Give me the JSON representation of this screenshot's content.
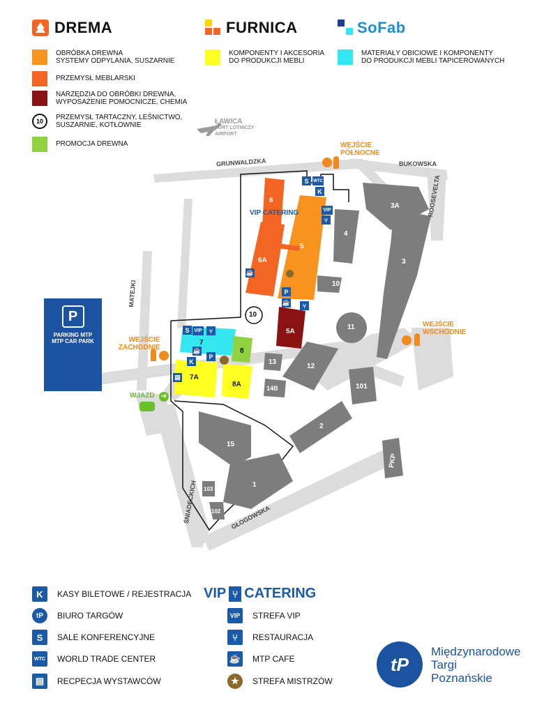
{
  "brands": {
    "drema": "DREMA",
    "furnica": "FURNICA",
    "sofab": "SoFab"
  },
  "legend": [
    {
      "color": "#f7931e",
      "lines": [
        "OBRÓBKA DREWNA",
        "SYSTEMY ODPYLANIA, SUSZARNIE"
      ]
    },
    {
      "color": "#f26522",
      "lines": [
        "PRZEMYSŁ MEBLARSKI"
      ]
    },
    {
      "color": "#8b1212",
      "lines": [
        "NARZĘDZIA DO OBRÓBKI DREWNA,",
        "WYPOSAŻENIE POMOCNICZE, CHEMIA"
      ]
    },
    {
      "badge": "10",
      "lines": [
        "PRZEMYSŁ TARTACZNY, LEŚNICTWO,",
        "SUSZARNIE, KOTŁOWNIE"
      ]
    },
    {
      "color": "#8fd13f",
      "lines": [
        "PROMOCJA DREWNA"
      ]
    }
  ],
  "legend_mid": {
    "color": "#ffff22",
    "lines": [
      "KOMPONENTY I AKCESORIA",
      "DO PRODUKCJI MEBLI"
    ]
  },
  "legend_right": {
    "color": "#33e6f0",
    "lines": [
      "MATERIAŁY OBICIOWE I KOMPONENTY",
      "DO PRODUKCJI MEBLI TAPICEROWANYCH"
    ]
  },
  "streets": {
    "grunwaldzka": "GRUNWALDZKA",
    "bukowska": "BUKOWSKA",
    "roosevelta": "ROOSEVELTA",
    "matejki": "MATEJKI",
    "sniadeckich": "ŚNIADECKICH",
    "glogowska": "GŁOGOWSKA",
    "pkp": "PKP"
  },
  "airport": {
    "name": "ŁAWICA",
    "sub1": "PORT LOTNICZY",
    "sub2": "AIRPORT"
  },
  "entrances": {
    "north": [
      "WEJŚCIE",
      "PÓŁNOCNE"
    ],
    "west": [
      "WEJŚCIE",
      "ZACHODNIE"
    ],
    "east": [
      "WEJŚCIE",
      "WSCHODNIE"
    ],
    "drive": "WJAZD"
  },
  "parking": {
    "line1": "PARKING MTP",
    "line2": "MTP CAR PARK",
    "symbol": "P"
  },
  "vip_catering_map": "VIP CATERING",
  "halls": {
    "h6": "6",
    "h6a": "6A",
    "h5": "5",
    "h5a": "5A",
    "h4": "4",
    "h3": "3",
    "h3a": "3A",
    "h10": "10",
    "h11": "11",
    "h7": "7",
    "h7a": "7A",
    "h8": "8",
    "h8a": "8A",
    "h12": "12",
    "h13": "13",
    "h14b": "14B",
    "h15": "15",
    "h101": "101",
    "h2": "2",
    "h1": "1",
    "h102": "102",
    "h103": "103",
    "circle10": "10"
  },
  "bottom_legend_left": [
    {
      "icon": "K",
      "label": "KASY BILETOWE / REJESTRACJA"
    },
    {
      "icon": "tp",
      "label": "BIURO TARGÓW"
    },
    {
      "icon": "S",
      "label": "SALE KONFERENCYJNE"
    },
    {
      "icon": "WTC",
      "label": "WORLD TRADE CENTER"
    },
    {
      "icon": "doc",
      "label": "RECPECJA WYSTAWCÓW"
    }
  ],
  "bottom_legend_right_title": {
    "vip": "VIP",
    "catering": "CATERING"
  },
  "bottom_legend_right": [
    {
      "icon": "VIP",
      "label": "STREFA VIP"
    },
    {
      "icon": "fork",
      "label": "RESTAURACJA"
    },
    {
      "icon": "cup",
      "label": "MTP CAFE"
    },
    {
      "icon": "medal",
      "label": "STREFA MISTRZÓW"
    }
  ],
  "mtp_logo": {
    "line1": "Międzynarodowe",
    "line2": "Targi",
    "line3": "Poznańskie"
  },
  "colors": {
    "orange": "#f7931e",
    "red_orange": "#f26522",
    "dark_red": "#8b1212",
    "green": "#8fd13f",
    "yellow": "#ffff22",
    "cyan": "#33e6f0",
    "blue": "#1a5aa8",
    "gray_building": "#7d7d7d",
    "road": "#dcdcdc"
  }
}
